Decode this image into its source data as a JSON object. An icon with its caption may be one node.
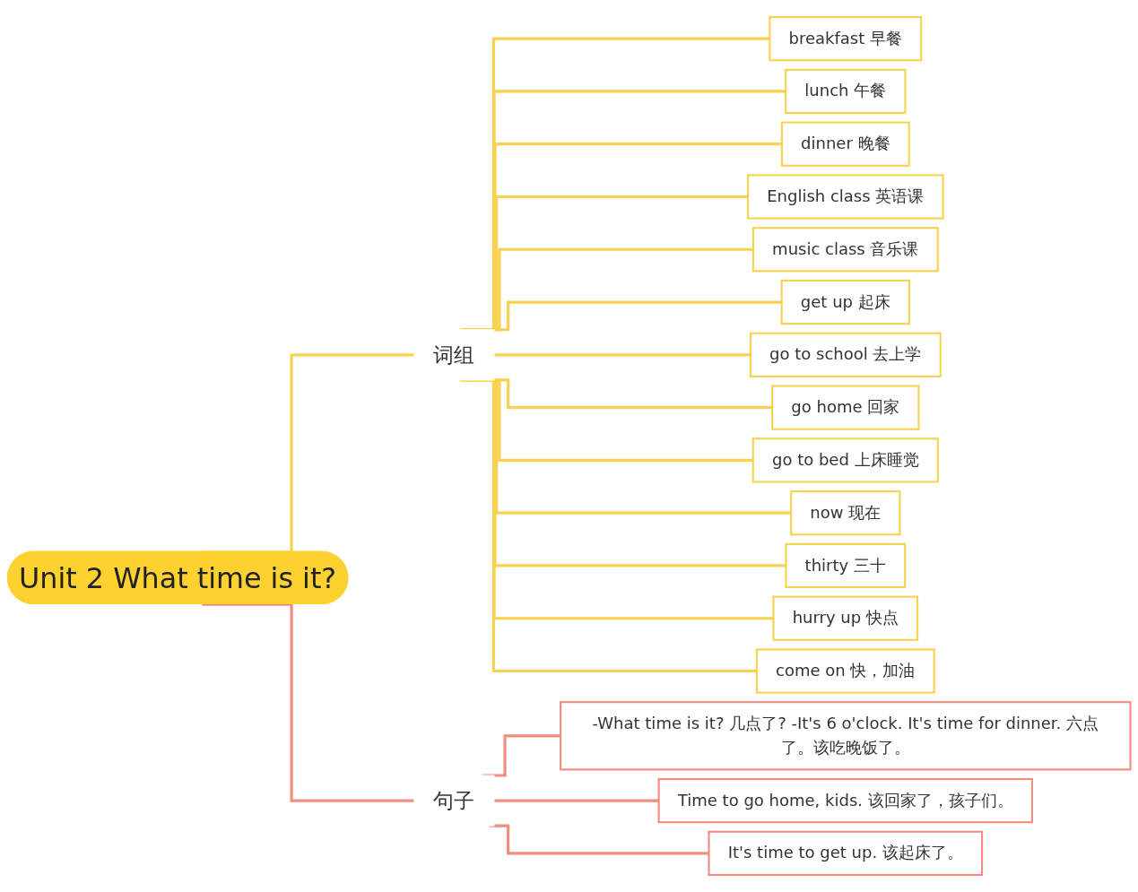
{
  "diagram": {
    "nodes": [
      {
        "text": [
          "Unit 2 What time is it?"
        ]
      },
      {
        "text": [
          "词组"
        ]
      },
      {
        "text": [
          "breakfast 早餐"
        ]
      },
      {
        "text": [
          "lunch 午餐"
        ]
      },
      {
        "text": [
          "dinner 晚餐"
        ]
      },
      {
        "text": [
          "English class 英语课"
        ]
      },
      {
        "text": [
          "music class 音乐课"
        ]
      },
      {
        "text": [
          "get up 起床"
        ]
      },
      {
        "text": [
          "go to school 去上学"
        ]
      },
      {
        "text": [
          "go home 回家"
        ]
      },
      {
        "text": [
          "go to bed 上床睡觉"
        ]
      },
      {
        "text": [
          "now 现在"
        ]
      },
      {
        "text": [
          "thirty 三十"
        ]
      },
      {
        "text": [
          "hurry up 快点"
        ]
      },
      {
        "text": [
          "come on 快，加油"
        ]
      },
      {
        "text": [
          "句子"
        ]
      },
      {
        "text": [
          "-What time is it? 几点了? -It's 6 o'clock. It's time for dinner. 六点了。该吃晚饭了。"
        ]
      },
      {
        "text": [
          "Time to go home, kids. 该回家了，孩子们。"
        ]
      },
      {
        "text": [
          "It's time to get up. 该起床了。"
        ]
      }
    ],
    "edges": [
      {
        "from": 0,
        "to": 1,
        "arrow": "none"
      },
      {
        "from": 1,
        "to": 2,
        "arrow": "none"
      },
      {
        "from": 1,
        "to": 3,
        "arrow": "none"
      },
      {
        "from": 1,
        "to": 4,
        "arrow": "none"
      },
      {
        "from": 1,
        "to": 5,
        "arrow": "none"
      },
      {
        "from": 1,
        "to": 6,
        "arrow": "none"
      },
      {
        "from": 1,
        "to": 7,
        "arrow": "none"
      },
      {
        "from": 1,
        "to": 8,
        "arrow": "none"
      },
      {
        "from": 1,
        "to": 9,
        "arrow": "none"
      },
      {
        "from": 1,
        "to": 10,
        "arrow": "none"
      },
      {
        "from": 1,
        "to": 11,
        "arrow": "none"
      },
      {
        "from": 1,
        "to": 12,
        "arrow": "none"
      },
      {
        "from": 1,
        "to": 13,
        "arrow": "none"
      },
      {
        "from": 1,
        "to": 14,
        "arrow": "none"
      },
      {
        "from": 0,
        "to": 15,
        "arrow": "none",
        "color": "#f28b80"
      },
      {
        "from": 15,
        "to": 16,
        "arrow": "none",
        "color": "#f28b80"
      },
      {
        "from": 15,
        "to": 17,
        "arrow": "none",
        "color": "#f28b80"
      },
      {
        "from": 15,
        "to": 18,
        "arrow": "none",
        "color": "#f28b80"
      }
    ]
  }
}
